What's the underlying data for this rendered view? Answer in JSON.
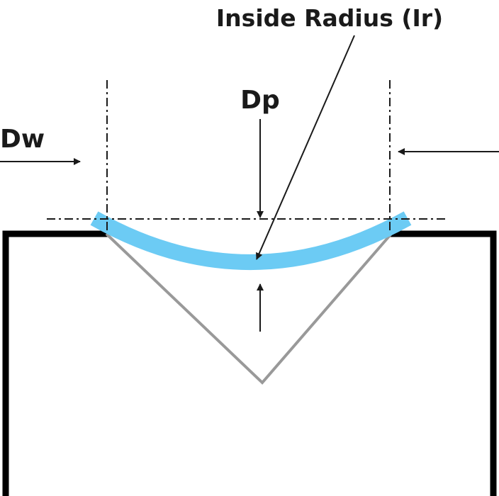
{
  "labels": {
    "inside_radius": "Inside Radius (Ir)",
    "dp": "Dp",
    "dw": "Dw"
  },
  "colors": {
    "die": "#000000",
    "vee": "#999999",
    "bend": "#6ccbf4",
    "lines": "#1a1a1a",
    "background": "#ffffff"
  }
}
